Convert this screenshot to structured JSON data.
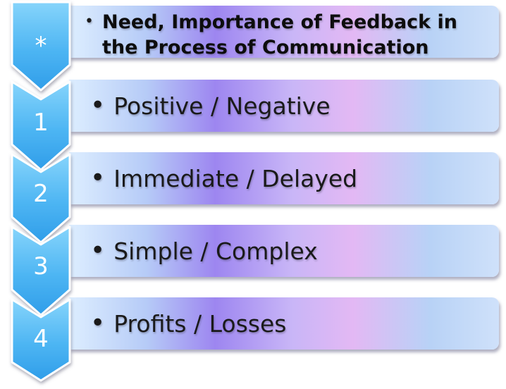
{
  "header": {
    "step_label": "*",
    "bullet": "•",
    "text": "Need, Importance of Feedback in the Process of Communication"
  },
  "steps": [
    {
      "label": "1",
      "bullet": "•",
      "text": "Positive / Negative"
    },
    {
      "label": "2",
      "bullet": "•",
      "text": "Immediate / Delayed"
    },
    {
      "label": "3",
      "bullet": "•",
      "text": "Simple / Complex"
    },
    {
      "label": "4",
      "bullet": "•",
      "text": "Profits / Losses"
    }
  ],
  "colors": {
    "chevron_fill_top": "#7fd0fb",
    "chevron_fill_bottom": "#35a3ee",
    "chevron_outline": "#ffffff",
    "bar_accent": "#9d86f0",
    "text": "#1a1a1a"
  }
}
